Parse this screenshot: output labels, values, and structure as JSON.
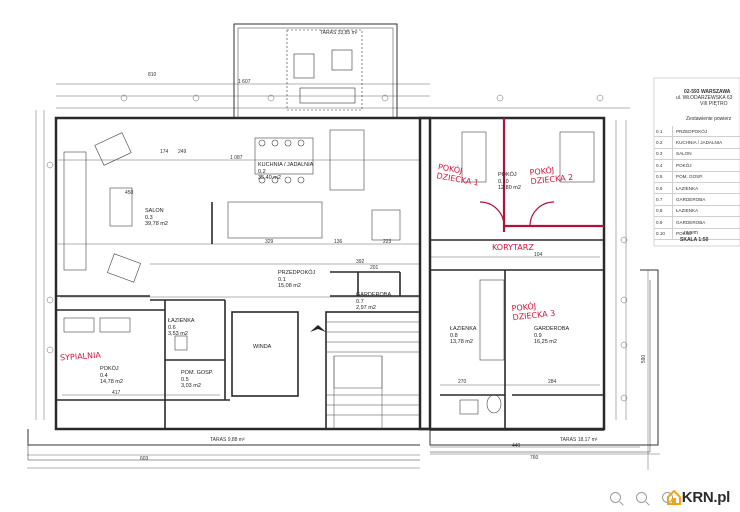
{
  "header": {
    "address_line1": "02-593 WARSZAWA",
    "address_line2": "ul. WŁODARZEWSKA 63",
    "floor": "VIII PIĘTRO",
    "table_title": "Zestawienie powierz",
    "total_label": "razem",
    "scale": "SKALA 1:50"
  },
  "legend": [
    {
      "num": "0.1",
      "name": "PRZEDPOKÓJ"
    },
    {
      "num": "0.2",
      "name": "KUCHNIA / JADALNIA"
    },
    {
      "num": "0.3",
      "name": "SALON"
    },
    {
      "num": "0.4",
      "name": "POKÓJ"
    },
    {
      "num": "0.5",
      "name": "POM. GOSP."
    },
    {
      "num": "0.6",
      "name": "ŁAZIENKA"
    },
    {
      "num": "0.7",
      "name": "GARDEROBA"
    },
    {
      "num": "0.8",
      "name": "ŁAZIENKA"
    },
    {
      "num": "0.9",
      "name": "GARDEROBA"
    },
    {
      "num": "0.10",
      "name": "POKÓJ"
    }
  ],
  "rooms": {
    "kuchnia": {
      "name": "KUCHNIA / JADALNIA",
      "num": "0.2",
      "area": "35,40 m2"
    },
    "salon": {
      "name": "SALON",
      "num": "0.3",
      "area": "39,78 m2"
    },
    "przedpokoj": {
      "name": "PRZEDPOKÓJ",
      "num": "0.1",
      "area": "15,08 m2"
    },
    "garderoba07": {
      "name": "GARDEROBA",
      "num": "0.7",
      "area": "2,97 m2"
    },
    "lazienka06": {
      "name": "ŁAZIENKA",
      "num": "0.6",
      "area": "3,53 m2"
    },
    "pokoj04": {
      "name": "POKÓJ",
      "num": "0.4",
      "area": "14,78 m2"
    },
    "pomgosp": {
      "name": "POM. GOSP.",
      "num": "0.5",
      "area": "3,03 m2"
    },
    "winda": {
      "name": "WINDA"
    },
    "pokoj010": {
      "name": "POKÓJ",
      "num": "0.10",
      "area": "12,80 m2"
    },
    "lazienka08": {
      "name": "ŁAZIENKA",
      "num": "0.8",
      "area": "13,78 m2"
    },
    "garderoba09": {
      "name": "GARDEROBA",
      "num": "0.9",
      "area": "16,25 m2"
    }
  },
  "terraces": {
    "top": "TARAS 33,85 m²",
    "bottom_left": "TARAS 9,88 m²",
    "bottom_right": "TARAS 18,17 m²"
  },
  "handwritten": {
    "pokoj_dziecka_1a": "POKÓJ",
    "pokoj_dziecka_1b": "DZIECKA 1",
    "pokoj_dziecka_2a": "POKÓJ",
    "pokoj_dziecka_2b": "DZIECKA 2",
    "korytarz": "KORYTARZ",
    "pokoj_dziecka_3a": "POKÓJ",
    "pokoj_dziecka_3b": "DZIECKA 3",
    "sypialnia": "SYPIALNIA"
  },
  "dimensions": {
    "d810": "810",
    "d1607": "1 607",
    "d450": "450",
    "d329": "329",
    "d136": "136",
    "d223": "223",
    "d417": "417",
    "d440": "440",
    "d760": "760",
    "d603": "603",
    "d270": "270",
    "d284": "284",
    "d392": "392",
    "d201": "201",
    "d104": "104",
    "d590": "590",
    "d1087": "1 087",
    "d249": "249",
    "d174": "174"
  },
  "branding": {
    "logo": "KRN.pl"
  },
  "colors": {
    "wall": "#2a2a2a",
    "line": "#555555",
    "handwriting": "#d0153a",
    "logo_orange": "#f0a21a"
  }
}
